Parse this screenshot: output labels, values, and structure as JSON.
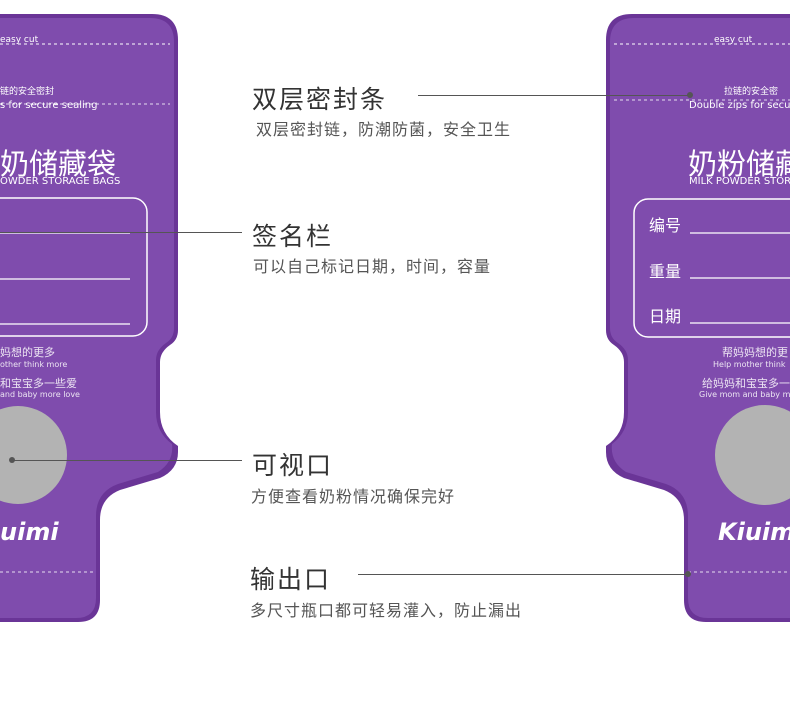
{
  "colors": {
    "bag_purple": "#7f4cad",
    "bag_rim": "#6a3597",
    "window_gray": "#b3b3b3",
    "text_dark": "#333333"
  },
  "left_bag": {
    "easy_cut": "easy cut",
    "zip_cn": "链的安全密封",
    "zip_en": "s for secure sealing",
    "title_cn": "奶储藏袋",
    "title_en": "OWDER STORAGE BAGS",
    "slogan1_cn": "妈想的更多",
    "slogan1_en": "other think more",
    "slogan2_cn": "和宝宝多一些爱",
    "slogan2_en": "and baby more love",
    "brand": "uimi"
  },
  "right_bag": {
    "easy_cut": "easy cut",
    "zip_cn": "拉链的安全密",
    "zip_en": "Double zips for secu",
    "title_cn": "奶粉储藏",
    "title_en": "MILK POWDER STORA",
    "field_number": "编号",
    "field_weight": "重量",
    "field_date": "日期",
    "slogan1_cn": "帮妈妈想的更",
    "slogan1_en": "Help mother think",
    "slogan2_cn": "给妈妈和宝宝多一",
    "slogan2_en": "Give mom and baby m",
    "brand": "Kiuim"
  },
  "features": [
    {
      "title": "双层密封条",
      "desc": "双层密封链，防潮防菌，安全卫生"
    },
    {
      "title": "签名栏",
      "desc": "可以自己标记日期，时间，容量"
    },
    {
      "title": "可视口",
      "desc": "方便查看奶粉情况确保完好"
    },
    {
      "title": "输出口",
      "desc": "多尺寸瓶口都可轻易灌入，防止漏出"
    }
  ]
}
